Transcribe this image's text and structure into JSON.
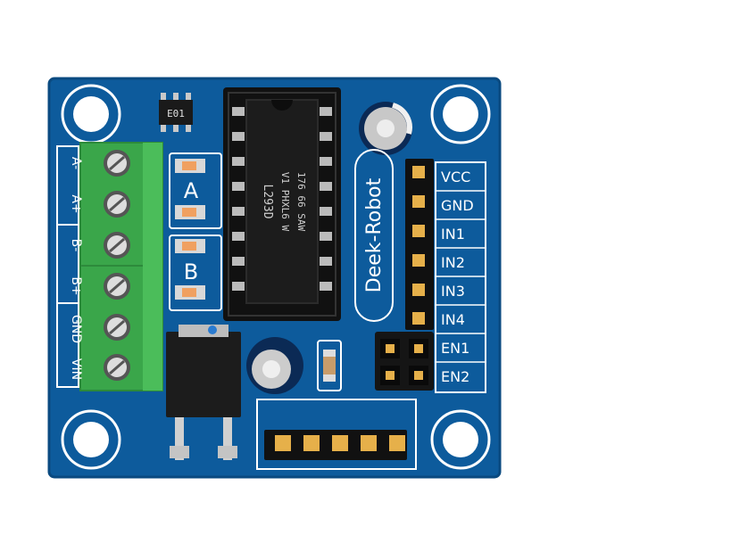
{
  "board": {
    "brand": "Deek-Robot",
    "terminal_labels": [
      "A-",
      "A+",
      "B-",
      "B+",
      "GND",
      "VIN"
    ],
    "motor_labels": [
      "A",
      "B"
    ],
    "pin_labels": [
      "VCC",
      "GND",
      "IN1",
      "IN2",
      "IN3",
      "IN4",
      "EN1",
      "EN2"
    ],
    "chip_marking": [
      "L293D",
      "V1 PHXL6 W",
      "176 66 SAW"
    ],
    "chip_marking_text": "L293D",
    "smd_marking": "E01"
  },
  "colors": {
    "pcb": "#0d5b9c",
    "pcb_dark": "#08457a",
    "silkscreen": "#ffffff",
    "terminal_block": "#3aa64a",
    "chip": "#1c1c1c",
    "pad": "#c9c9c9"
  }
}
